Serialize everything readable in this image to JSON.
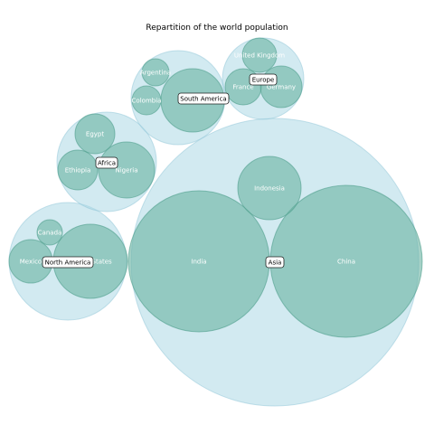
{
  "chart_data": {
    "type": "circle_packing",
    "title": "Repartition of the world population",
    "colors": {
      "continent_fill": "#add8e6",
      "continent_stroke": "#8fc5d8",
      "country_fill": "#69b3a2",
      "country_stroke": "#4f9e8c"
    },
    "groups": [
      {
        "continent": "Asia",
        "countries": [
          "China",
          "India",
          "Indonesia"
        ]
      },
      {
        "continent": "North America",
        "countries": [
          "United States",
          "Mexico",
          "Canada"
        ]
      },
      {
        "continent": "Africa",
        "countries": [
          "Nigeria",
          "Ethiopia",
          "Egypt"
        ]
      },
      {
        "continent": "South America",
        "countries": [
          "Brazil",
          "Colombia",
          "Argentina"
        ]
      },
      {
        "continent": "Europe",
        "countries": [
          "Germany",
          "France",
          "United Kingdom"
        ]
      }
    ]
  }
}
